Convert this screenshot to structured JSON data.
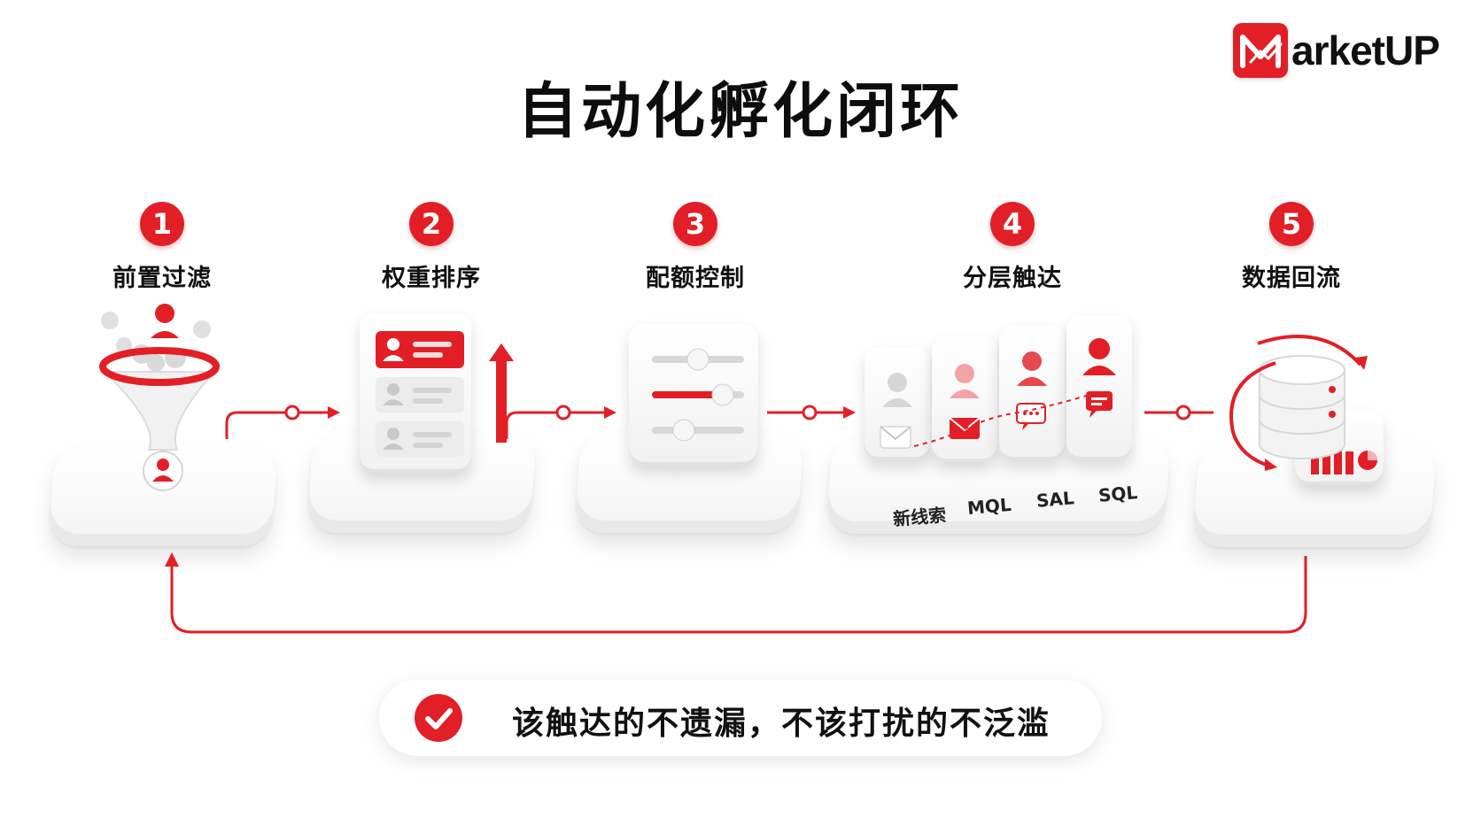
{
  "brand": {
    "logo_text": "arketUP",
    "accent_color": "#e21f26"
  },
  "title": "自动化孵化闭环",
  "steps": [
    {
      "number": "1",
      "label": "前置过滤",
      "icon": "funnel-icon"
    },
    {
      "number": "2",
      "label": "权重排序",
      "icon": "ranking-list-icon"
    },
    {
      "number": "3",
      "label": "配额控制",
      "icon": "slider-controls-icon"
    },
    {
      "number": "4",
      "label": "分层触达",
      "icon": "tiered-reach-icon"
    },
    {
      "number": "5",
      "label": "数据回流",
      "icon": "database-sync-icon"
    }
  ],
  "stages": [
    "新线索",
    "MQL",
    "SAL",
    "SQL"
  ],
  "banner": {
    "text": "该触达的不遗漏，不该打扰的不泛滥",
    "icon": "check-icon"
  }
}
